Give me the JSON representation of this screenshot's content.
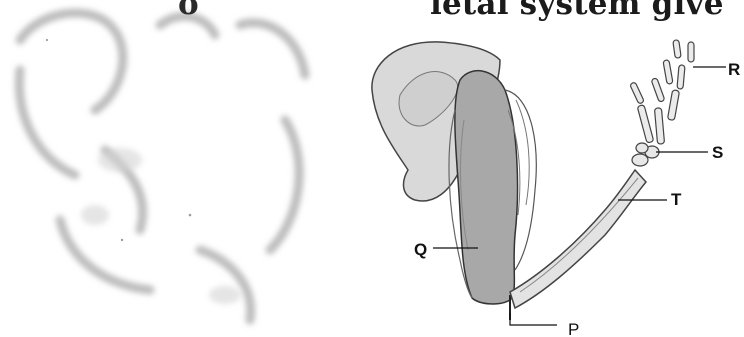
{
  "header": {
    "fragment": "o",
    "text": "ietal system give"
  },
  "figure": {
    "labels": {
      "r": "R",
      "s": "S",
      "t": "T",
      "q": "Q",
      "p": "P"
    }
  }
}
